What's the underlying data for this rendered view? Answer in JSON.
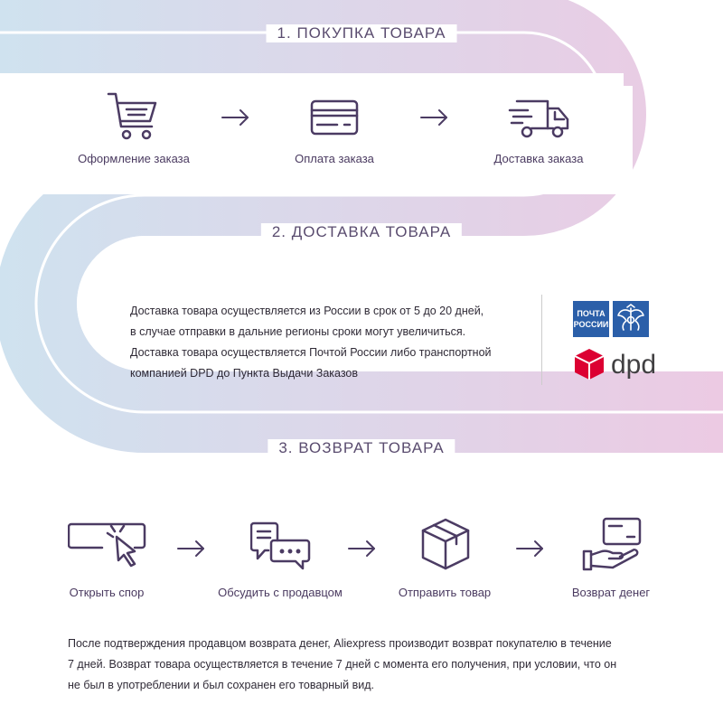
{
  "section1": {
    "title": "1. ПОКУПКА ТОВАРА",
    "steps": [
      {
        "label": "Оформление заказа",
        "icon": "shopping-cart-icon"
      },
      {
        "label": "Оплата заказа",
        "icon": "credit-card-icon"
      },
      {
        "label": "Доставка заказа",
        "icon": "delivery-truck-icon"
      }
    ]
  },
  "section2": {
    "title": "2. ДОСТАВКА ТОВАРА",
    "lines": [
      "Доставка товара осуществляется из России в срок от 5 до 20 дней,",
      "в случае отправки в дальние регионы сроки могут увеличиться.",
      "Доставка товара осуществляется Почтой России либо транспортной",
      "компанией DPD до Пункта Выдачи Заказов"
    ],
    "logos": {
      "pochta_line1": "ПОЧТА",
      "pochta_line2": "РОССИИ",
      "dpd": "dpd"
    }
  },
  "section3": {
    "title": "3. ВОЗВРАТ ТОВАРА",
    "steps": [
      {
        "label": "Открыть спор",
        "icon": "cursor-click-icon"
      },
      {
        "label": "Обсудить с продавцом",
        "icon": "chat-bubbles-icon"
      },
      {
        "label": "Отправить товар",
        "icon": "package-box-icon"
      },
      {
        "label": "Возврат денег",
        "icon": "hand-card-icon"
      }
    ],
    "lines": [
      "После подтверждения продавцом возврата денег, Aliexpress производит возврат покупателю в течение",
      "7 дней. Возврат товара осуществляется в течение 7 дней с момента его получения, при условии, что он",
      "не был в употреблении и был сохранен его товарный вид."
    ]
  },
  "colors": {
    "band_start": "#cde0ee",
    "band_end": "#ecc9e2",
    "icon": "#4b3b63",
    "pochta_blue": "#2b5fa9",
    "dpd_red": "#dc0032"
  }
}
